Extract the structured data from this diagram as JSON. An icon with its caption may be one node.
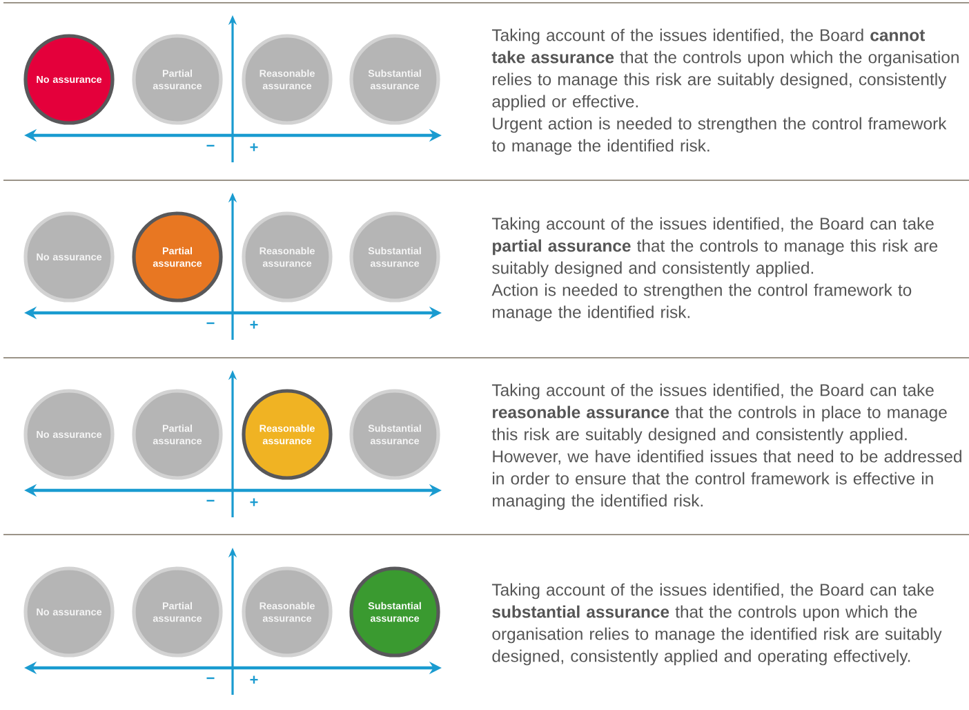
{
  "diagram": {
    "nodes": [
      {
        "text": [
          "No assurance"
        ]
      },
      {
        "text": [
          "Partial assurance"
        ]
      },
      {
        "text": [
          "Reasonable assurance"
        ]
      },
      {
        "text": [
          "Substantial assurance"
        ]
      },
      {
        "text": [
          "No assurance"
        ]
      },
      {
        "text": [
          "Partial assurance"
        ]
      },
      {
        "text": [
          "Reasonable assurance"
        ]
      },
      {
        "text": [
          "Substantial assurance"
        ]
      },
      {
        "text": [
          "No assurance"
        ]
      },
      {
        "text": [
          "Partial assurance"
        ]
      },
      {
        "text": [
          "Reasonable assurance"
        ]
      },
      {
        "text": [
          "Substantial assurance"
        ]
      },
      {
        "text": [
          "No assurance"
        ]
      },
      {
        "text": [
          "Partial assurance"
        ]
      },
      {
        "text": [
          "Reasonable assurance"
        ]
      },
      {
        "text": [
          "Substantial assurance"
        ]
      }
    ],
    "labels": [
      "Taking account of the issues identified, the Board **cannot take assurance** that the controls upon which the organisation relies to manage this risk are suitably designed, consistently applied or effective.",
      "Urgent action is needed to strengthen the control framework to manage the identified risk.",
      "−",
      "+",
      "Taking account of the issues identified, the Board can take **partial assurance** that the controls to manage this risk are suitably designed and consistently applied.",
      "Action is needed to strengthen the control framework to manage the identified risk.",
      "−",
      "+",
      "Taking account of the issues identified, the Board can take **reasonable assurance** that the controls in place to manage this risk are suitably designed and consistently applied.",
      "However, we have identified issues that need to be addressed in order to ensure that the control framework is effective in managing the identified risk.",
      "−",
      "+",
      "Taking account of the issues identified, the Board can take **substantial assurance** that the controls upon which the organisation relies to manage the identified risk are suitably designed, consistently applied and operating effectively.",
      "−",
      "+"
    ]
  }
}
